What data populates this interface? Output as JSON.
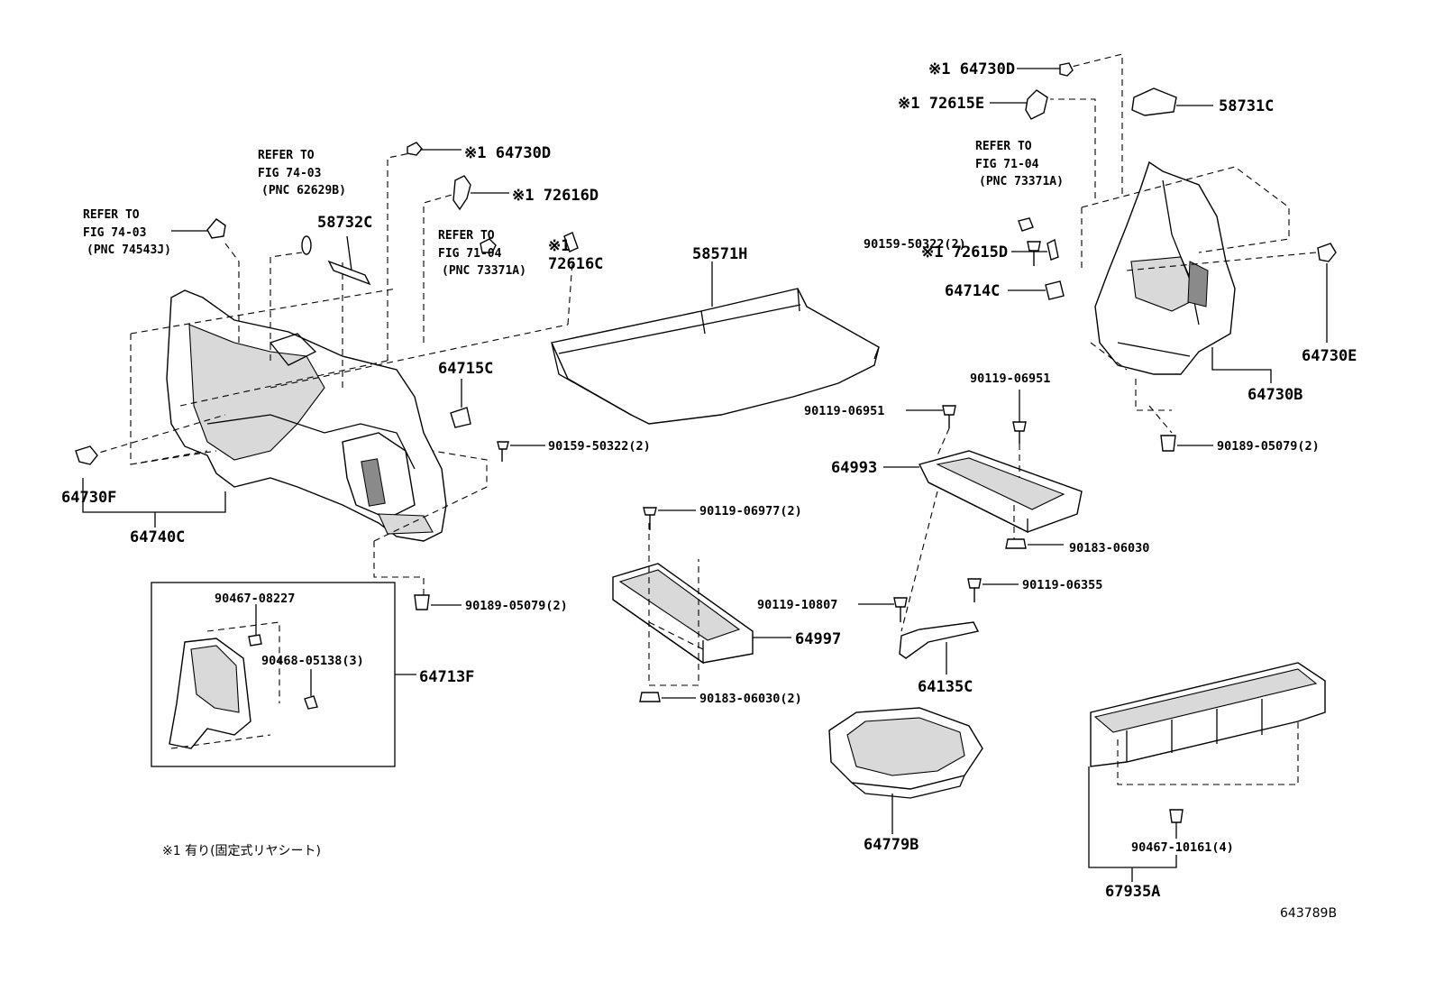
{
  "diagram": {
    "note": "※1 有り(固定式リヤシート)",
    "figure_id": "643789B",
    "refs": [
      {
        "line1": "REFER TO",
        "line2": "FIG 74-03",
        "line3": "(PNC 74543J)"
      },
      {
        "line1": "REFER TO",
        "line2": "FIG 74-03",
        "line3": "(PNC 62629B)"
      },
      {
        "line1": "REFER TO",
        "line2": "FIG 71-04",
        "line3": "(PNC 73371A)"
      },
      {
        "line1": "REFER TO",
        "line2": "FIG 71-04",
        "line3": "(PNC 73371A)"
      }
    ],
    "labels": {
      "p64730D_l": "※1 64730D",
      "p72616D": "※1 72616D",
      "p58732C": "58732C",
      "p72616C_mark": "※1",
      "p72616C": "72616C",
      "p58571H": "58571H",
      "p64715C": "64715C",
      "p90159_l": "90159-50322(2)",
      "p64730F": "64730F",
      "p64740C": "64740C",
      "p90189_l": "90189-05079(2)",
      "p90467_08227": "90467-08227",
      "p90468": "90468-05138(3)",
      "p64713F": "64713F",
      "p90119_06977": "90119-06977(2)",
      "p90119_10807": "90119-10807",
      "p64997": "64997",
      "p90183_06030_2": "90183-06030(2)",
      "p64730D_r": "※1 64730D",
      "p72615E": "※1 72615E",
      "p58731C": "58731C",
      "p72615D": "※1 72615D",
      "p64714C": "64714C",
      "p90159_r": "90159-50322(2)",
      "p64730E": "64730E",
      "p90119_06951_a": "90119-06951",
      "p90119_06951_b": "90119-06951",
      "p64730B": "64730B",
      "p90189_r": "90189-05079(2)",
      "p64993": "64993",
      "p90183_06030": "90183-06030",
      "p90119_06355": "90119-06355",
      "p64135C": "64135C",
      "p64779B": "64779B",
      "p90467_10161": "90467-10161(4)",
      "p67935A": "67935A"
    }
  }
}
